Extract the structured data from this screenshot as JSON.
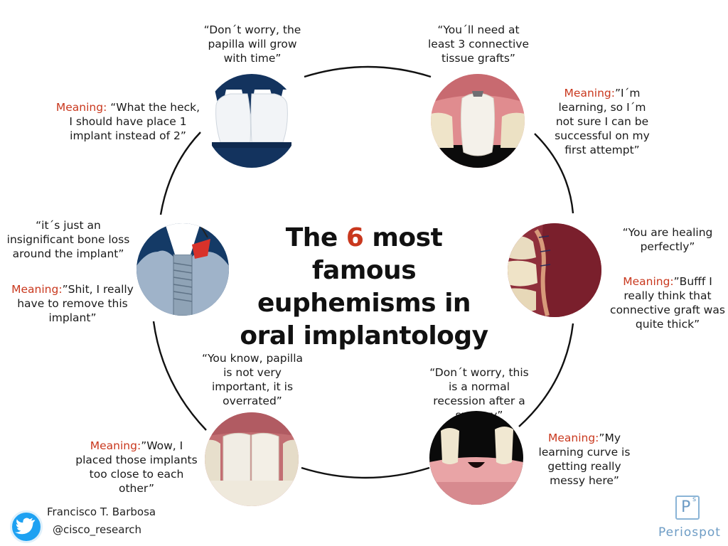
{
  "title": {
    "pre": "The ",
    "number": "6",
    "post": " most famous euphemisms in oral implantology"
  },
  "items": [
    {
      "quote": "“Don´t worry, the papilla will grow with time”",
      "meaning_label": "Meaning:",
      "meaning": " “What the heck, I should have place 1 implant instead of 2”",
      "image": "papilla-diagram"
    },
    {
      "quote": "“You´ll need at least 3 connective tissue grafts”",
      "meaning_label": "Meaning:",
      "meaning": "”I´m learning, so I´m not sure I can be successful on my first attempt”",
      "image": "crown-photo"
    },
    {
      "quote": "“You are healing perfectly”",
      "meaning_label": "Meaning:",
      "meaning": "”Bufff I really think that connective graft was quite thick”",
      "image": "healing-photo"
    },
    {
      "quote": "“Don´t worry, this is a normal recession after a surgery”",
      "meaning_label": "Meaning:",
      "meaning": "”My learning curve is getting really messy here”",
      "image": "recession-photo"
    },
    {
      "quote": "“You know, papilla is not very important, it is overrated”",
      "meaning_label": "Meaning:",
      "meaning": "”Wow, I placed those implants too close to each other”",
      "image": "adjacent-implants-photo"
    },
    {
      "quote": "“it´s just an insignificant bone loss around the implant”",
      "meaning_label": "Meaning:",
      "meaning": "”Shit, I really have to remove this implant”",
      "image": "implant-bone-diagram"
    }
  ],
  "footer": {
    "author": "Francisco T. Barbosa",
    "handle": "@cisco_research",
    "twitter_icon": "twitter-bird-icon"
  },
  "logo": {
    "text": "Periospot",
    "mark_letter": "P",
    "mark_superscript": "s"
  },
  "colors": {
    "accent": "#c9381e",
    "logo": "#6d9cc5",
    "twitter": "#1da1f2"
  }
}
